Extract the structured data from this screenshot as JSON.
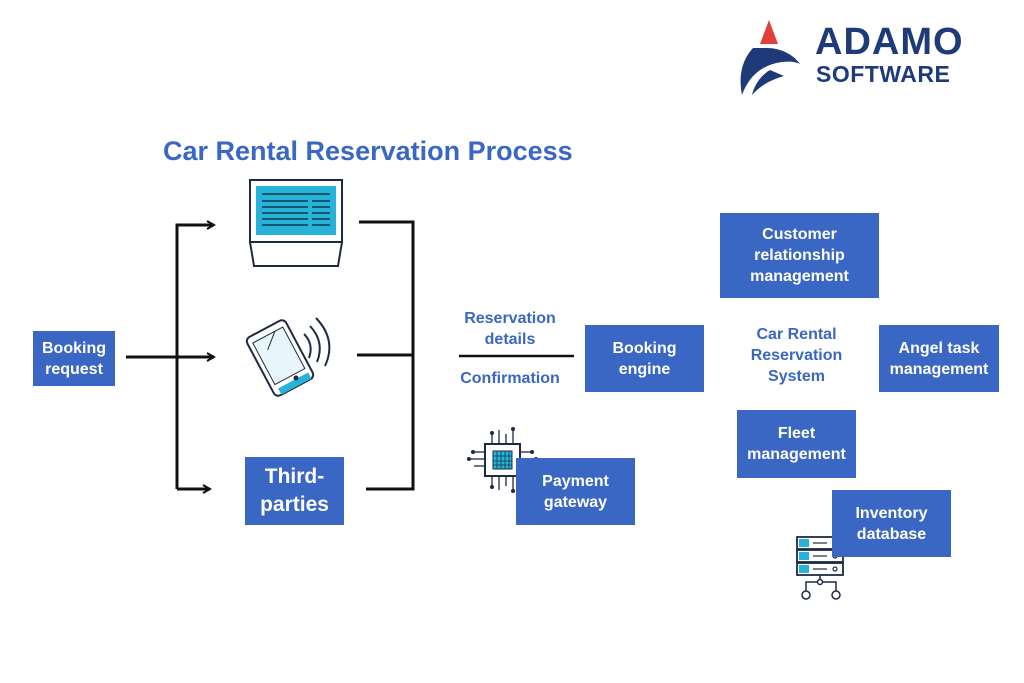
{
  "brand": {
    "name_line1": "ADAMO",
    "name_line2": "SOFTWARE",
    "colors": {
      "navy": "#1e3a78",
      "red": "#e0403a",
      "blue": "#3a66c4"
    }
  },
  "title": "Car Rental Reservation Process",
  "nodes": {
    "booking_request": [
      "Booking",
      "request"
    ],
    "third_parties": [
      "Third-",
      "parties"
    ],
    "reservation_details": [
      "Reservation",
      "details"
    ],
    "confirmation": "Confirmation",
    "booking_engine": [
      "Booking",
      "engine"
    ],
    "payment_gateway": [
      "Payment",
      "gateway"
    ],
    "crm": [
      "Customer",
      "relationship",
      "management"
    ],
    "system": [
      "Car Rental",
      "Reservation",
      "System"
    ],
    "angel_task": [
      "Angel task",
      "management"
    ],
    "fleet": [
      "Fleet",
      "management"
    ],
    "inventory": [
      "Inventory",
      "database"
    ]
  },
  "icons": [
    "laptop-icon",
    "smartphone-icon",
    "chip-icon",
    "server-rack-icon"
  ]
}
